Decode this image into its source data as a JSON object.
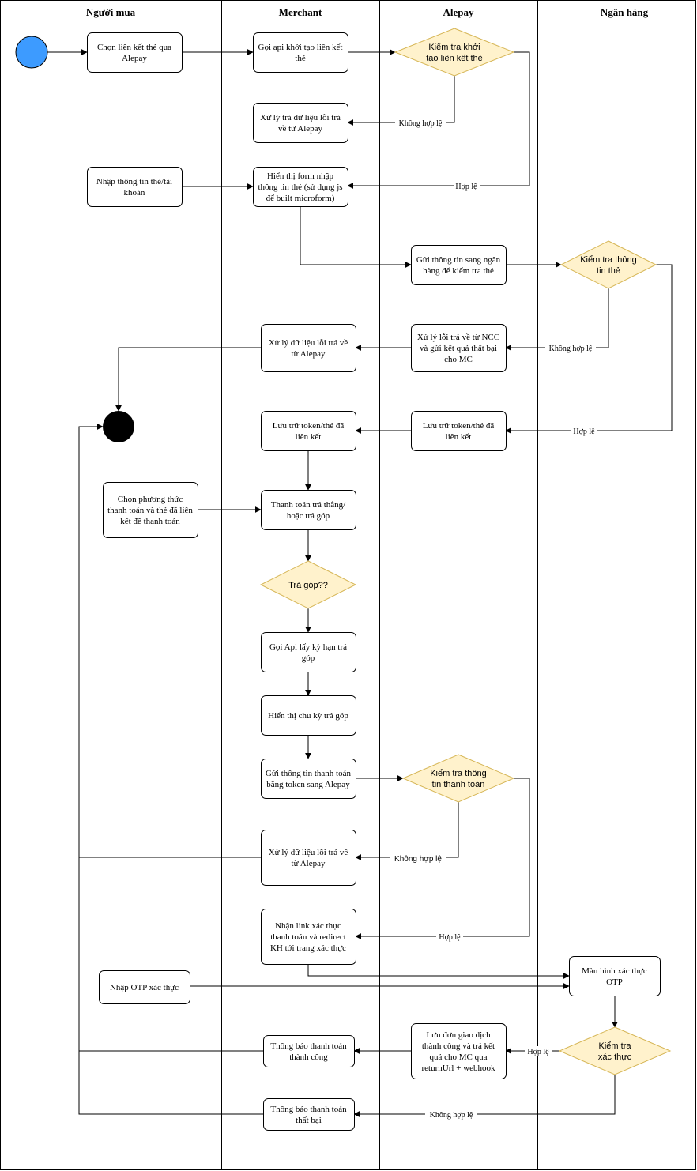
{
  "lanes": {
    "buyer": "Người mua",
    "merchant": "Merchant",
    "alepay": "Alepay",
    "bank": "Ngân hàng"
  },
  "nodes": {
    "buyer_select_link": [
      "Chọn liên kết thẻ qua",
      "Alepay"
    ],
    "merchant_call_init": [
      "Gọi api khởi tạo liên kết",
      "thẻ"
    ],
    "alepay_check_init": [
      "Kiểm tra khởi",
      "tạo liên kết thẻ"
    ],
    "merchant_handle_error_1": [
      "Xử lý trả dữ liệu lỗi trả",
      "về từ Alepay"
    ],
    "buyer_enter_card": [
      "Nhập thông tin thẻ/tài",
      "khoản"
    ],
    "merchant_show_form": [
      "Hiển thị form nhập",
      "thông tin thẻ (sử dụng js",
      "để built microform)"
    ],
    "alepay_send_bank": [
      "Gửi thông tin sang ngân",
      "hàng để kiểm tra thẻ"
    ],
    "bank_check_card": [
      "Kiểm tra thông",
      "tin thẻ"
    ],
    "alepay_handle_ncc_error": [
      "Xử lý lỗi trả về từ NCC",
      "và gửi kết quả thất bại",
      "cho MC"
    ],
    "merchant_handle_error_2": [
      "Xử lý dữ liệu lỗi trả về",
      "từ Alepay"
    ],
    "alepay_store_token": [
      "Lưu trữ token/thẻ đã",
      "liên kết"
    ],
    "merchant_store_token": [
      "Lưu trữ token/thẻ đã",
      "liên kết"
    ],
    "buyer_choose_method": [
      "Chọn phương thức",
      "thanh toán và thẻ đã liên",
      "kết để thanh toán"
    ],
    "merchant_pay": [
      "Thanh toán trả thẳng/",
      "hoặc trả góp"
    ],
    "merchant_installment_q": [
      "Trả góp??"
    ],
    "merchant_get_terms": [
      "Gọi Api lấy kỳ hạn trả",
      "góp"
    ],
    "merchant_show_terms": [
      "Hiển thị chu kỳ trả góp"
    ],
    "merchant_send_token": [
      "Gửi thông tin thanh toán",
      "bằng token sang Alepay"
    ],
    "alepay_check_payment": [
      "Kiểm tra thông",
      "tin thanh toán"
    ],
    "merchant_handle_error_3": [
      "Xử lý dữ liệu lỗi trả về",
      "từ Alepay"
    ],
    "merchant_receive_link": [
      "Nhận link xác thực",
      "thanh toán và redirect",
      "KH tới trang xác thực"
    ],
    "bank_otp_screen": [
      "Màn hình xác thực",
      "OTP"
    ],
    "buyer_enter_otp": [
      "Nhập OTP xác thực"
    ],
    "bank_verify": [
      "Kiểm tra",
      "xác thực"
    ],
    "alepay_save_order": [
      "Lưu đơn giao dịch",
      "thành công và trả kết",
      "quả cho MC qua",
      "returnUrl + webhook"
    ],
    "merchant_notify_success": [
      "Thông báo thanh toán",
      "thành công"
    ],
    "merchant_notify_fail": [
      "Thông báo thanh toán",
      "thất bại"
    ]
  },
  "edge_labels": {
    "invalid_1": "Không hợp lệ",
    "valid_1": "Hợp lệ",
    "invalid_2": "Không hợp lệ",
    "valid_2": "Hợp lệ",
    "invalid_3": "Không hợp lệ",
    "valid_3": "Hợp lệ",
    "valid_4": "Hợp lệ",
    "invalid_4": "Không hợp lệ"
  },
  "colors": {
    "start": "#3d9bff",
    "end": "#000000",
    "decision_fill": "#fff2cc",
    "decision_stroke": "#d6b656"
  }
}
